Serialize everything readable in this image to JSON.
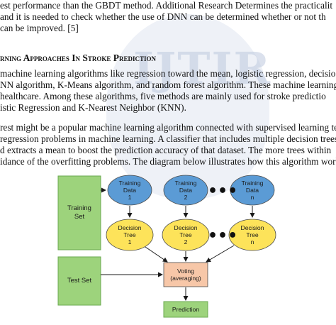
{
  "paragraph1": [
    "est performance than the GBDT method. Additional Research Determines the practicalit",
    "and it is needed to check whether the use of DNN can be determined whether or not th",
    "can be improved. [5]"
  ],
  "watermark": "IJTIR",
  "heading": "rning Approaches In Stroke Prediction",
  "paragraph2": [
    "machine learning algorithms like regression toward the mean, logistic regression, decisio",
    "NN algorithm, K-Means algorithm, and random forest algorithm. These machine learning",
    "healthcare. Among these algorithms, five methods are mainly used for stroke predictio",
    "istic Regression and K-Nearest Neighbor (KNN)."
  ],
  "paragraph3": [
    "rest might be a popular machine learning algorithm connected with supervised learning te",
    "regression problems in machine learning. A classifier that includes multiple decision trees",
    "d extracts a mean to boost the prediction accuracy of that dataset. The more trees within",
    "idance of the overfitting problems. The diagram below illustrates how this algorithm works"
  ],
  "diagram": {
    "training_set": [
      "Training",
      "Set"
    ],
    "test_set": "Test Set",
    "training_data": [
      [
        "Training",
        "Data",
        "1"
      ],
      [
        "Training",
        "Data",
        "2"
      ],
      [
        "Training",
        "Data",
        "n"
      ]
    ],
    "decision_trees": [
      [
        "Decision",
        "Tree",
        "1"
      ],
      [
        "Decision",
        "Tree",
        "2"
      ],
      [
        "Decision",
        "Tree",
        "n"
      ]
    ],
    "voting": [
      "Voting",
      "(averaging)"
    ],
    "prediction": "Prediction",
    "ellipsis": "•••",
    "colors": {
      "green_box": "#9dd37c",
      "green_border": "#6aa84f",
      "blue_ellipse": "#5b9bd5",
      "yellow_ellipse": "#fde35a",
      "salmon_box": "#f7c7a8",
      "border": "#4a4a4a"
    }
  }
}
